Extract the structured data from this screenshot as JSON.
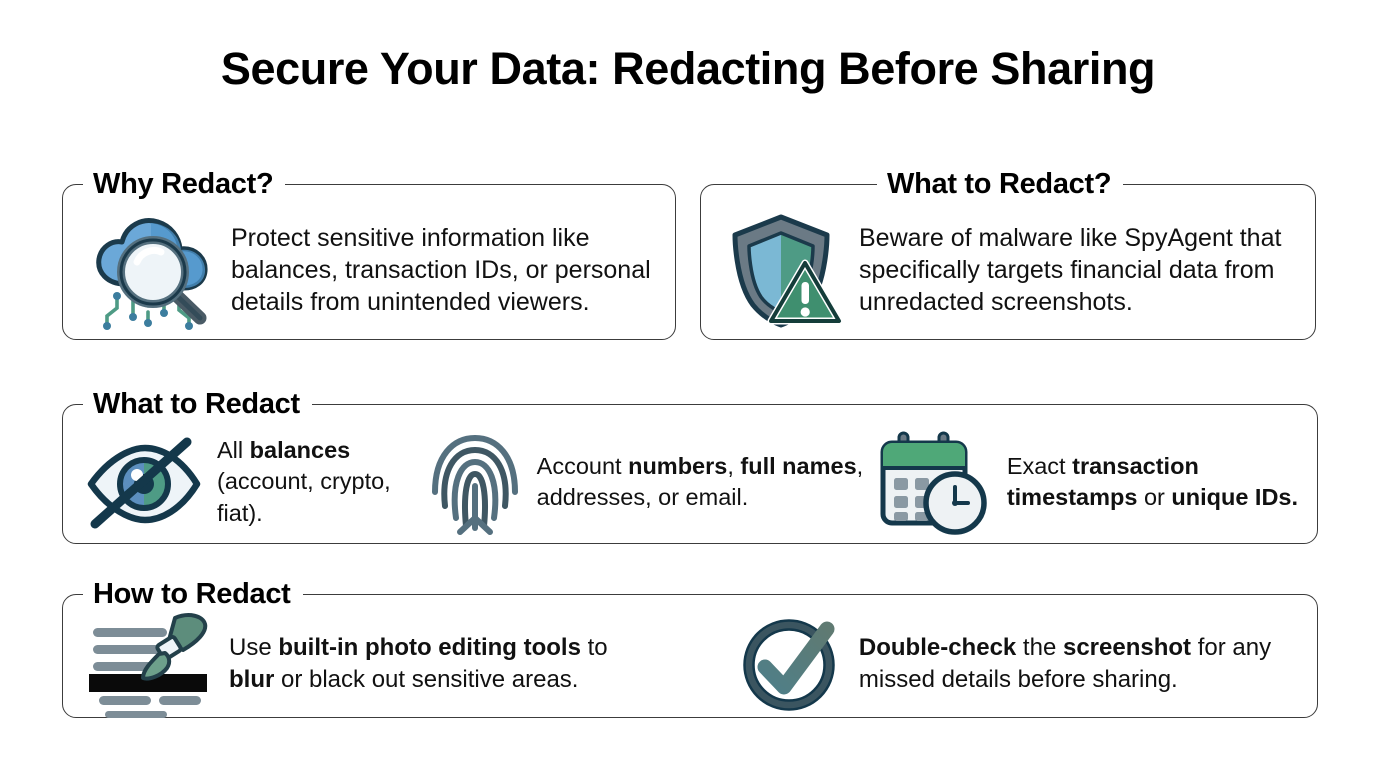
{
  "title": "Secure Your Data: Redacting Before Sharing",
  "colors": {
    "background": "#ffffff",
    "text": "#111111",
    "panel_border": "#3c3c3c",
    "icon_navy": "#1b3a4b",
    "icon_blue": "#6ba8d8",
    "icon_blue_dark": "#4a90c2",
    "icon_teal": "#4e9b85",
    "icon_green": "#3f8f6f",
    "icon_gray": "#6b7a85",
    "icon_slate": "#4a5b66",
    "redaction_black": "#0a0a0a"
  },
  "sections": [
    {
      "id": "why-redact",
      "legend": "Why Redact?",
      "items": [
        {
          "icon": "cloud-magnifier-icon",
          "parts": [
            {
              "text": "Protect sensitive information like balances, transaction IDs, or personal details from unintended viewers.",
              "bold": false
            }
          ]
        }
      ]
    },
    {
      "id": "what-to-redact-q",
      "legend": "What to Redact?",
      "items": [
        {
          "icon": "shield-warning-icon",
          "parts": [
            {
              "text": "Beware of malware like SpyAgent that specifically targets financial data from unredacted screenshots.",
              "bold": false
            }
          ]
        }
      ]
    },
    {
      "id": "what-to-redact",
      "legend": "What to Redact",
      "items": [
        {
          "icon": "eye-off-icon",
          "parts": [
            {
              "text": "All ",
              "bold": false
            },
            {
              "text": "balances",
              "bold": true
            },
            {
              "text": " (account, crypto, fiat).",
              "bold": false
            }
          ]
        },
        {
          "icon": "fingerprint-icon",
          "parts": [
            {
              "text": "Account ",
              "bold": false
            },
            {
              "text": "numbers",
              "bold": true
            },
            {
              "text": ", ",
              "bold": false
            },
            {
              "text": "full names",
              "bold": true
            },
            {
              "text": ", addresses, or email.",
              "bold": false
            }
          ]
        },
        {
          "icon": "calendar-clock-icon",
          "parts": [
            {
              "text": "Exact ",
              "bold": false
            },
            {
              "text": "transaction timestamps",
              "bold": true
            },
            {
              "text": " or ",
              "bold": false
            },
            {
              "text": "unique IDs.",
              "bold": true
            }
          ]
        }
      ]
    },
    {
      "id": "how-to-redact",
      "legend": "How to Redact",
      "items": [
        {
          "icon": "brush-redact-icon",
          "parts": [
            {
              "text": "Use ",
              "bold": false
            },
            {
              "text": "built-in photo editing tools",
              "bold": true
            },
            {
              "text": " to ",
              "bold": false
            },
            {
              "text": "blur",
              "bold": true
            },
            {
              "text": " or black out sensitive areas.",
              "bold": false
            }
          ]
        },
        {
          "icon": "check-circle-icon",
          "parts": [
            {
              "text": "Double-check",
              "bold": true
            },
            {
              "text": " the ",
              "bold": false
            },
            {
              "text": "screenshot",
              "bold": true
            },
            {
              "text": " for any missed details before sharing.",
              "bold": false
            }
          ]
        }
      ]
    }
  ]
}
